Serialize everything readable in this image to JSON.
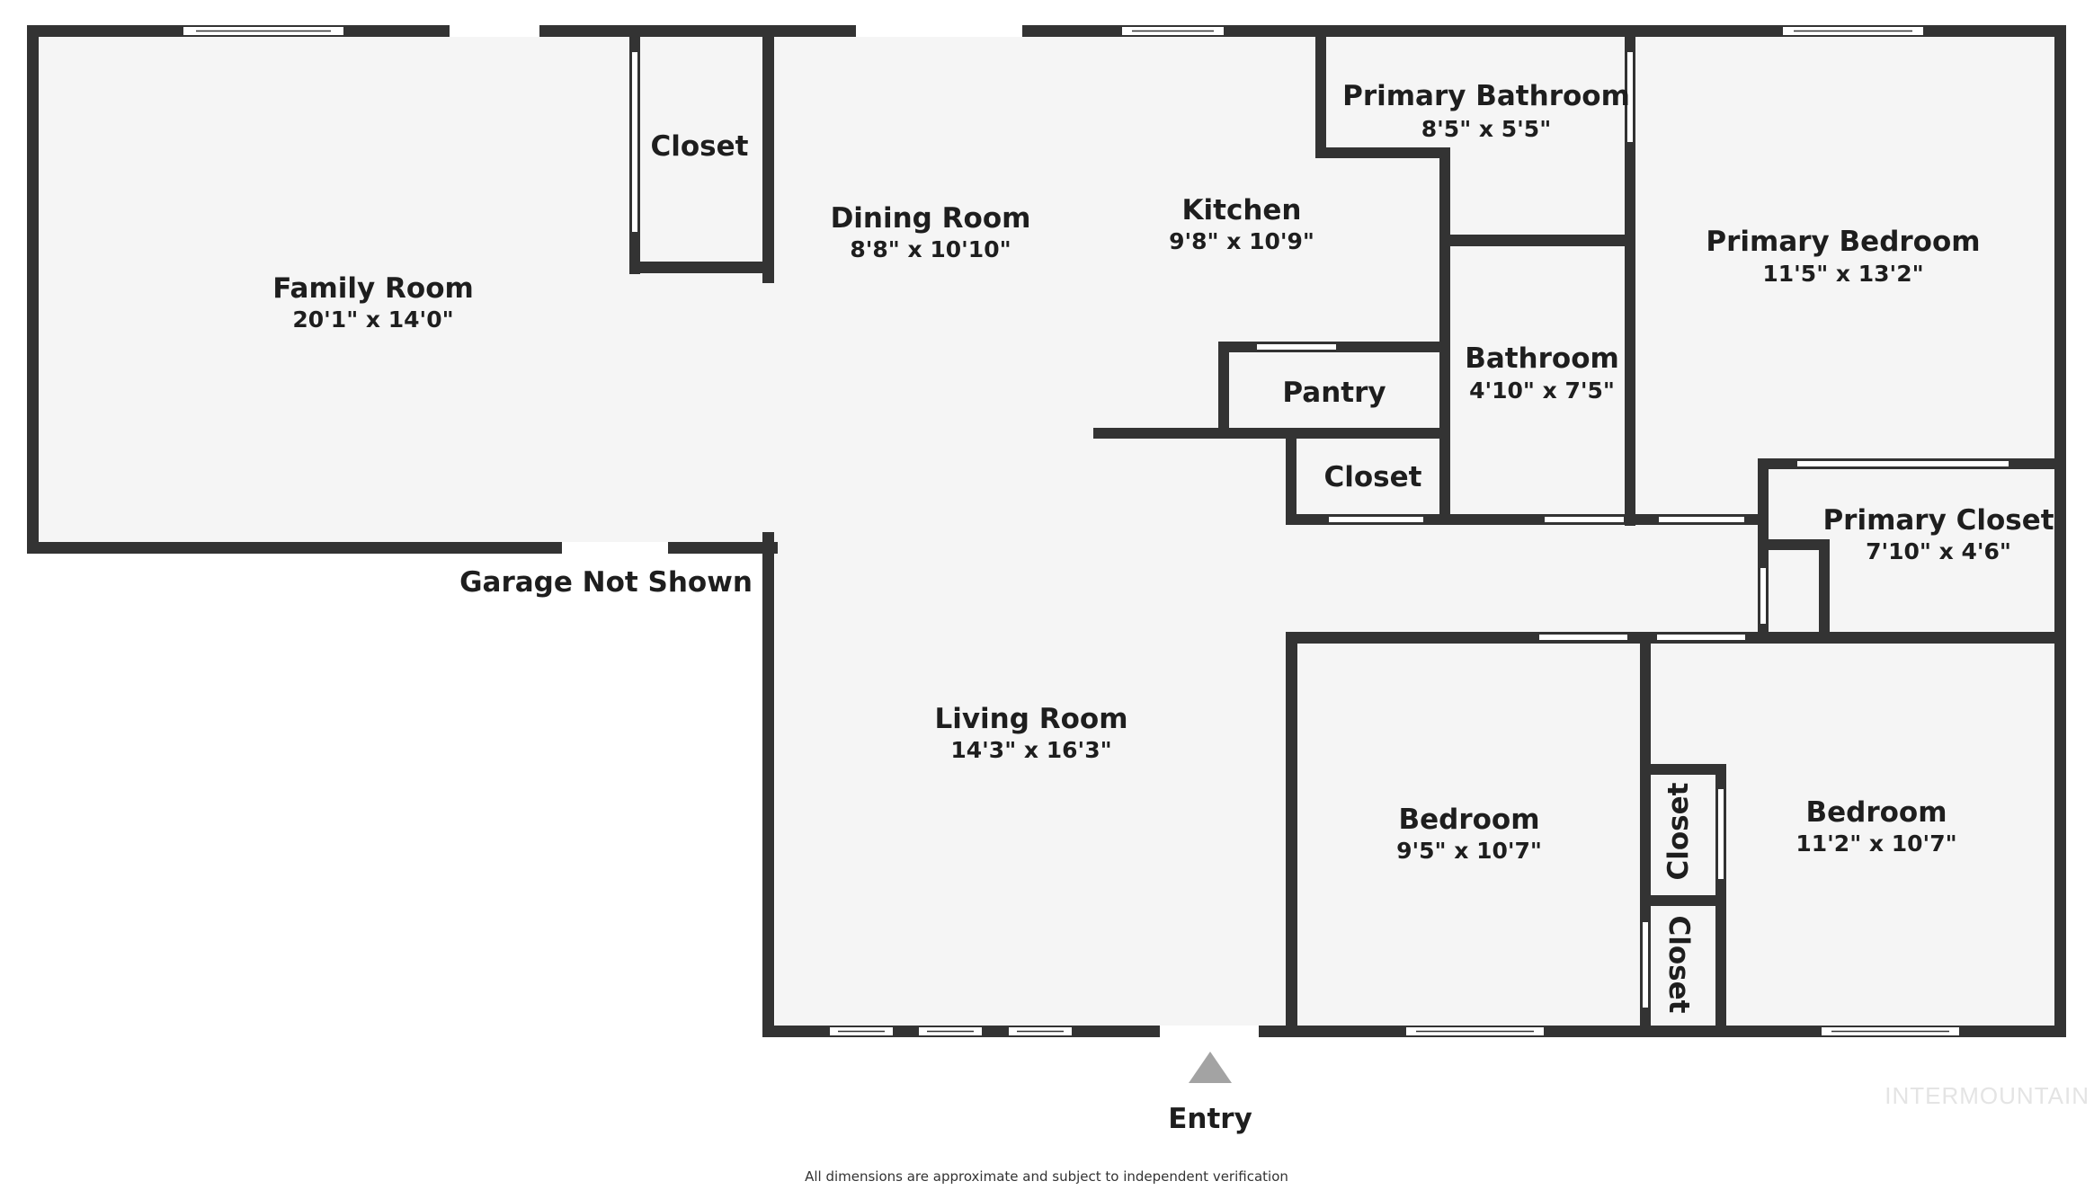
{
  "rooms": {
    "family_room": {
      "name": "Family Room",
      "dims": "20'1\" x 14'0\""
    },
    "closet_family": {
      "name": "Closet"
    },
    "dining_room": {
      "name": "Dining Room",
      "dims": "8'8\" x 10'10\""
    },
    "kitchen": {
      "name": "Kitchen",
      "dims": "9'8\" x 10'9\""
    },
    "primary_bathroom": {
      "name": "Primary Bathroom",
      "dims": "8'5\" x 5'5\""
    },
    "primary_bedroom": {
      "name": "Primary Bedroom",
      "dims": "11'5\" x 13'2\""
    },
    "bathroom": {
      "name": "Bathroom",
      "dims": "4'10\" x 7'5\""
    },
    "pantry": {
      "name": "Pantry"
    },
    "closet_hall": {
      "name": "Closet"
    },
    "primary_closet": {
      "name": "Primary Closet",
      "dims": "7'10\" x 4'6\""
    },
    "living_room": {
      "name": "Living Room",
      "dims": "14'3\" x 16'3\""
    },
    "bedroom_left": {
      "name": "Bedroom",
      "dims": "9'5\" x 10'7\""
    },
    "bedroom_right": {
      "name": "Bedroom",
      "dims": "11'2\" x 10'7\""
    },
    "closet_upper": {
      "name": "Closet"
    },
    "closet_lower": {
      "name": "Closet"
    }
  },
  "labels": {
    "garage_note": "Garage Not Shown",
    "entry": "Entry",
    "disclaimer": "All dimensions are approximate and subject to independent verification",
    "brand": "INTERMOUNTAIN"
  },
  "colors": {
    "wall": "#333333",
    "floor": "#f5f5f5",
    "entry_marker": "#a3a3a3"
  }
}
